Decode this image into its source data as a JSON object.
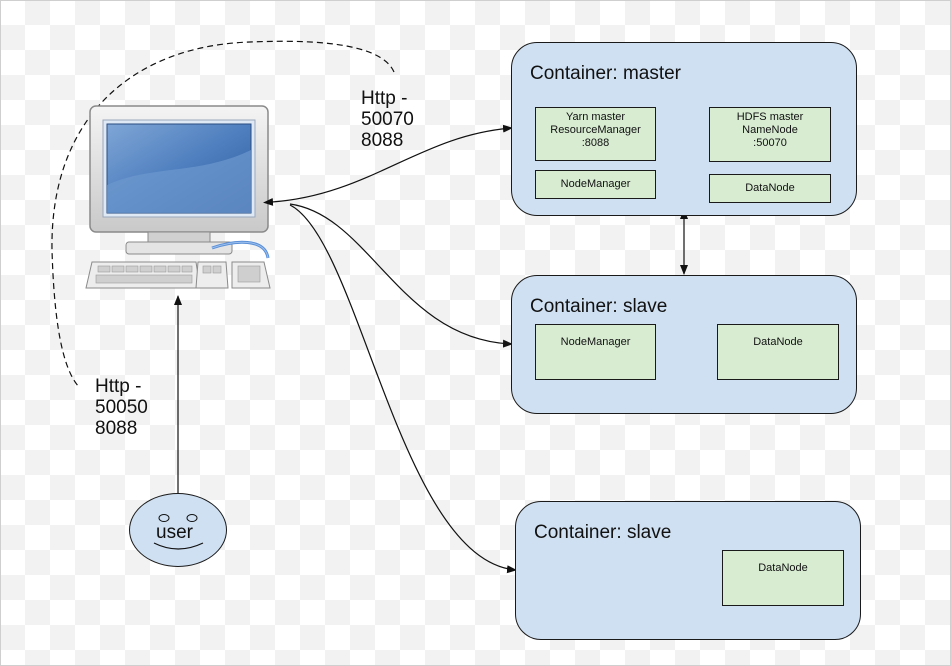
{
  "containers": {
    "master": {
      "title": "Container: master",
      "yarn": [
        "Yarn master",
        "ResourceManager",
        ":8088"
      ],
      "hdfs": [
        "HDFS master",
        "NameNode",
        ":50070"
      ],
      "nodemanager": "NodeManager",
      "datanode": "DataNode"
    },
    "slave1": {
      "title": "Container: slave",
      "nodemanager": "NodeManager",
      "datanode": "DataNode"
    },
    "slave2": {
      "title": "Container: slave",
      "datanode": "DataNode"
    }
  },
  "labels": {
    "http_top": [
      "Http -",
      "50070",
      "8088"
    ],
    "http_left": [
      "Http -",
      "50050",
      "8088"
    ]
  },
  "user": {
    "label": "user"
  },
  "colors": {
    "container_fill": "#cfe0f3",
    "service_fill": "#d8ecd2",
    "outline": "#1a1a1a"
  },
  "icons": [
    "computer-icon"
  ]
}
